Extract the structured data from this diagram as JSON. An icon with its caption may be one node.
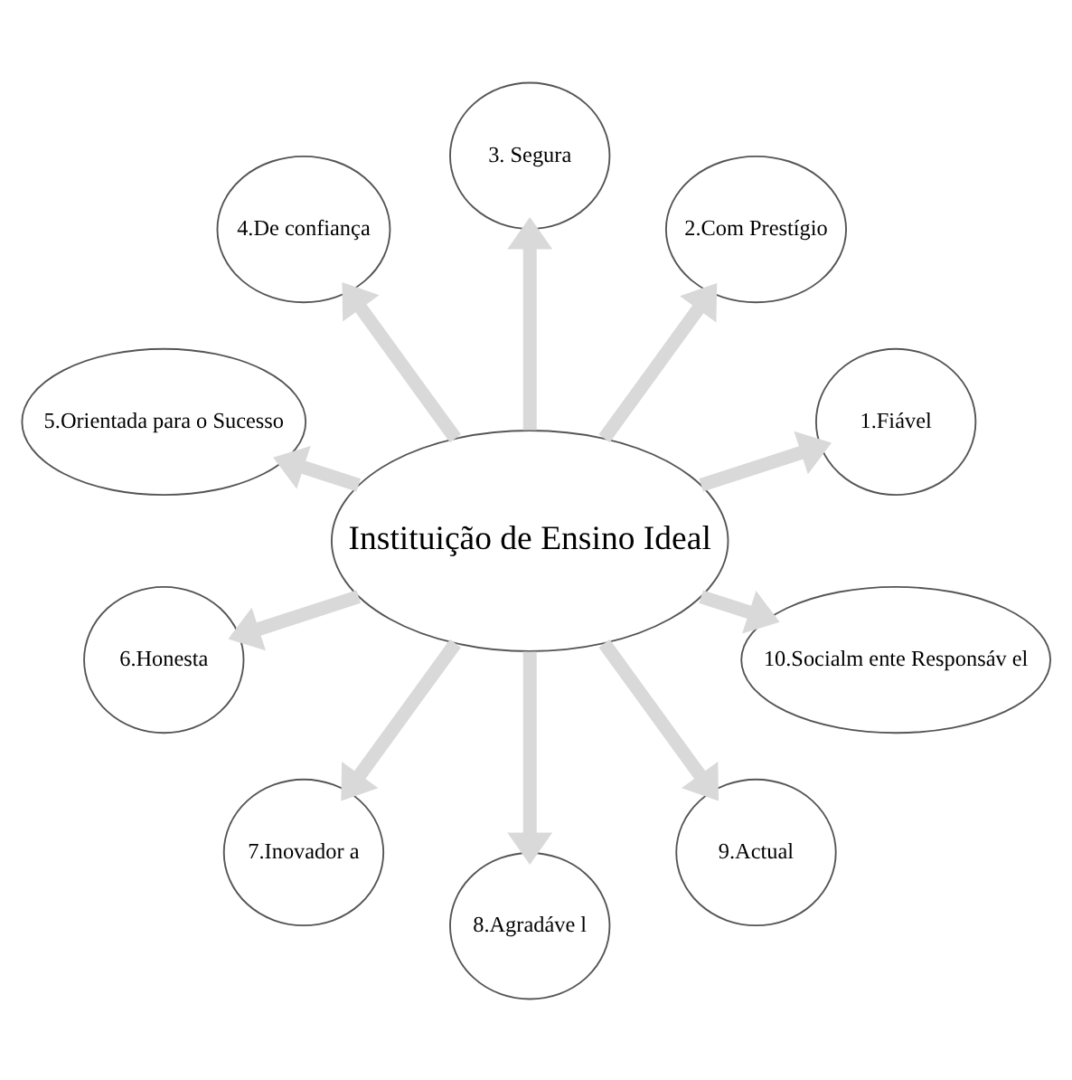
{
  "diagram": {
    "nodes": [
      {
        "text": [
          "Instituição de Ensino Ideal"
        ]
      },
      {
        "text": [
          "1.Fiável"
        ]
      },
      {
        "text": [
          "2.Com Prestígio"
        ]
      },
      {
        "text": [
          "3. Segura"
        ]
      },
      {
        "text": [
          "4.De confiança"
        ]
      },
      {
        "text": [
          "5.Orientada para o Sucesso"
        ]
      },
      {
        "text": [
          "6.Honesta"
        ]
      },
      {
        "text": [
          "7.Inovador a"
        ]
      },
      {
        "text": [
          "8.Agradáve l"
        ]
      },
      {
        "text": [
          "9.Actual"
        ]
      },
      {
        "text": [
          "10.Socialm ente Responsáv el"
        ]
      }
    ],
    "edges": [
      {
        "from": 0,
        "to": 1,
        "arrow": "to"
      },
      {
        "from": 0,
        "to": 2,
        "arrow": "to"
      },
      {
        "from": 0,
        "to": 3,
        "arrow": "to"
      },
      {
        "from": 0,
        "to": 4,
        "arrow": "to"
      },
      {
        "from": 0,
        "to": 5,
        "arrow": "to"
      },
      {
        "from": 0,
        "to": 6,
        "arrow": "to"
      },
      {
        "from": 0,
        "to": 7,
        "arrow": "to"
      },
      {
        "from": 0,
        "to": 8,
        "arrow": "to"
      },
      {
        "from": 0,
        "to": 9,
        "arrow": "to"
      },
      {
        "from": 0,
        "to": 10,
        "arrow": "to"
      }
    ]
  }
}
